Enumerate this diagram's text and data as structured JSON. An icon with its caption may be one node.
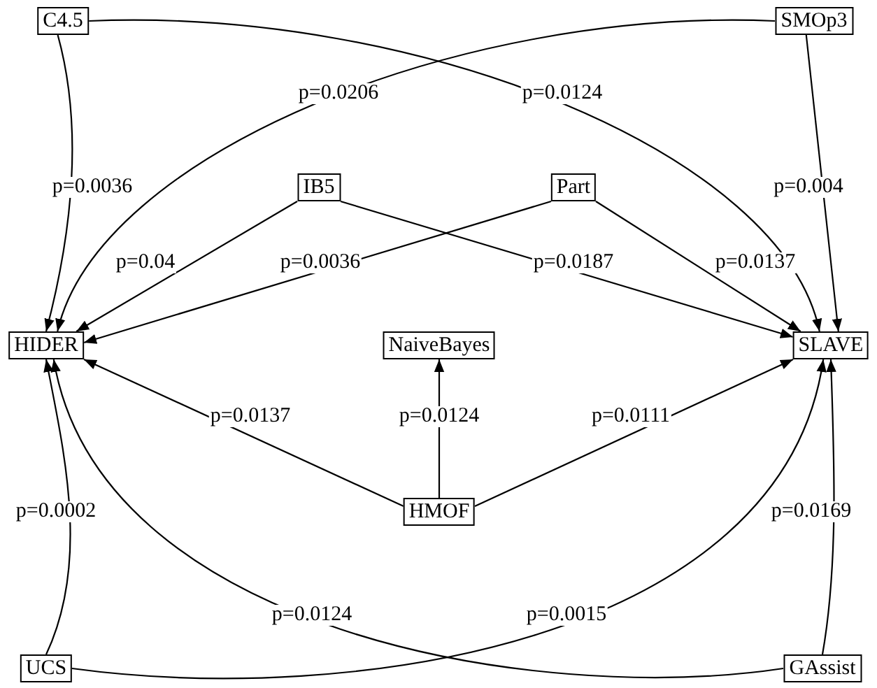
{
  "diagram": {
    "nodes": [
      {
        "text": [
          "C4.5"
        ]
      },
      {
        "text": [
          "SMOp3"
        ]
      },
      {
        "text": [
          "IB5"
        ]
      },
      {
        "text": [
          "Part"
        ]
      },
      {
        "text": [
          "HIDER"
        ]
      },
      {
        "text": [
          "NaiveBayes"
        ]
      },
      {
        "text": [
          "SLAVE"
        ]
      },
      {
        "text": [
          "HMOF"
        ]
      },
      {
        "text": [
          "UCS"
        ]
      },
      {
        "text": [
          "GAssist"
        ]
      }
    ],
    "edges": [
      {
        "from": 0,
        "to": 4,
        "arrow": "to",
        "label": "p=0.0036"
      },
      {
        "from": 0,
        "to": 6,
        "arrow": "to",
        "label": "p=0.0124"
      },
      {
        "from": 1,
        "to": 4,
        "arrow": "to",
        "label": "p=0.0206"
      },
      {
        "from": 1,
        "to": 6,
        "arrow": "to",
        "label": "p=0.004"
      },
      {
        "from": 2,
        "to": 4,
        "arrow": "to",
        "label": "p=0.04"
      },
      {
        "from": 2,
        "to": 6,
        "arrow": "to",
        "label": "p=0.0187"
      },
      {
        "from": 3,
        "to": 4,
        "arrow": "to",
        "label": "p=0.0036"
      },
      {
        "from": 3,
        "to": 6,
        "arrow": "to",
        "label": "p=0.0137"
      },
      {
        "from": 7,
        "to": 4,
        "arrow": "to",
        "label": "p=0.0137"
      },
      {
        "from": 7,
        "to": 5,
        "arrow": "to",
        "label": "p=0.0124"
      },
      {
        "from": 7,
        "to": 6,
        "arrow": "to",
        "label": "p=0.0111"
      },
      {
        "from": 8,
        "to": 4,
        "arrow": "to",
        "label": "p=0.0002"
      },
      {
        "from": 8,
        "to": 6,
        "arrow": "to",
        "label": "p=0.0015"
      },
      {
        "from": 9,
        "to": 4,
        "arrow": "to",
        "label": "p=0.0124"
      },
      {
        "from": 9,
        "to": 6,
        "arrow": "to",
        "label": "p=0.0169"
      }
    ]
  }
}
